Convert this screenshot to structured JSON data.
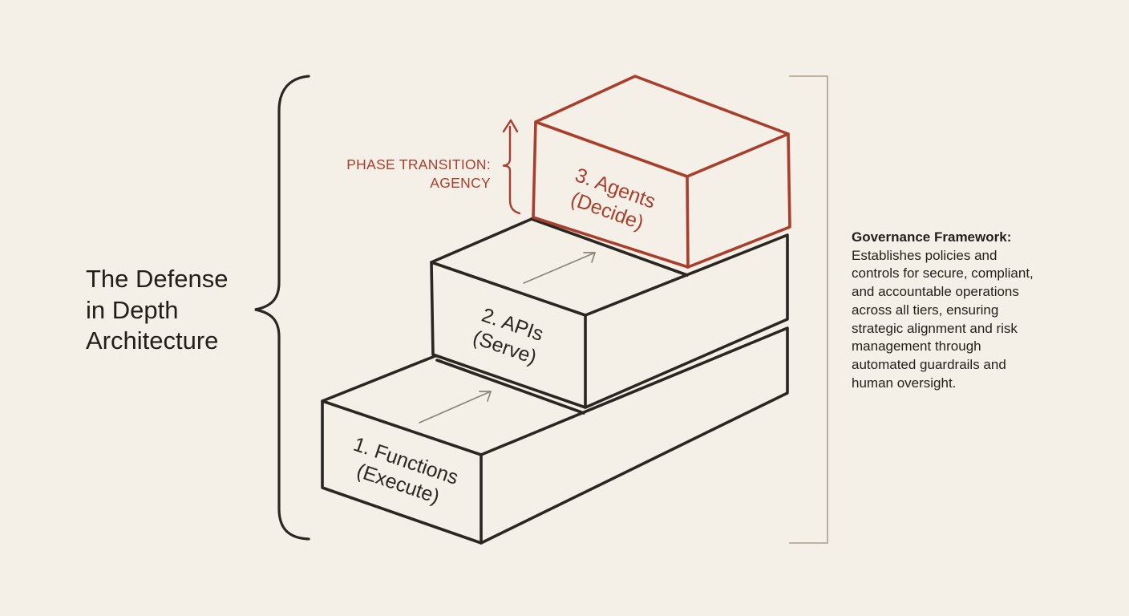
{
  "title": {
    "text": "The Defense\nin Depth\nArchitecture"
  },
  "phase_transition": {
    "line1": "PHASE TRANSITION:",
    "line2": "AGENCY"
  },
  "tiers": [
    {
      "number_label": "1. Functions",
      "verb_label": "(Execute)",
      "highlighted": false
    },
    {
      "number_label": "2. APIs",
      "verb_label": "(Serve)",
      "highlighted": false
    },
    {
      "number_label": "3. Agents",
      "verb_label": "(Decide)",
      "highlighted": true
    }
  ],
  "governance": {
    "heading": "Governance Framework:",
    "body": "Establishes policies and\ncontrols for secure, compliant,\nand accountable operations\nacross all tiers, ensuring\nstrategic alignment and risk\nmanagement through\nautomated guardrails and\nhuman oversight."
  },
  "icons": {
    "left_brace": "curly-brace",
    "right_bracket": "square-bracket",
    "tier_flow_arrows": "up-right-arrow",
    "phase_arrow": "brace-up-arrow"
  },
  "colors": {
    "background": "#f4f0e7",
    "ink": "#2a2722",
    "accent_red": "#a93e2c",
    "bracket_gray": "#b3a998",
    "arrow_gray": "#8b8578",
    "text_dark": "#221f1a"
  }
}
